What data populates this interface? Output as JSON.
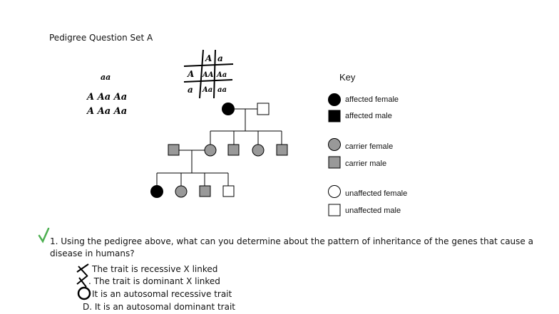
{
  "document": {
    "title": "Pedigree Question Set A"
  },
  "key": {
    "heading": "Key",
    "items": [
      {
        "label": "affected female",
        "shape": "circle",
        "fill": "#000000"
      },
      {
        "label": "affected male",
        "shape": "square",
        "fill": "#000000"
      },
      {
        "label": "carrier female",
        "shape": "circle",
        "fill": "#999999"
      },
      {
        "label": "carrier male",
        "shape": "square",
        "fill": "#999999"
      },
      {
        "label": "unaffected female",
        "shape": "circle",
        "fill": "#ffffff"
      },
      {
        "label": "unaffected male",
        "shape": "square",
        "fill": "#ffffff"
      }
    ]
  },
  "handwriting": {
    "genotypes_left": [
      "aa",
      "A Aa Aa",
      "A Aa Aa"
    ],
    "punnett": {
      "top": [
        "A",
        "a"
      ],
      "side": [
        "A",
        "a"
      ],
      "cells": [
        "AA",
        "Aa",
        "Aa",
        "aa"
      ]
    }
  },
  "question": {
    "text": "1.  Using the pedigree above, what can you determine about the pattern of inheritance of the genes that cause a disease in humans?",
    "options": [
      {
        "text": "The trait is recessive X linked",
        "mark": "crossed"
      },
      {
        "text": ". The trait is dominant X linked",
        "mark": "crossed"
      },
      {
        "text": "It is an autosomal recessive trait",
        "mark": "circled"
      },
      {
        "text": "D.  It is an autosomal dominant trait",
        "mark": "none"
      }
    ],
    "check_color": "#4caf50"
  }
}
